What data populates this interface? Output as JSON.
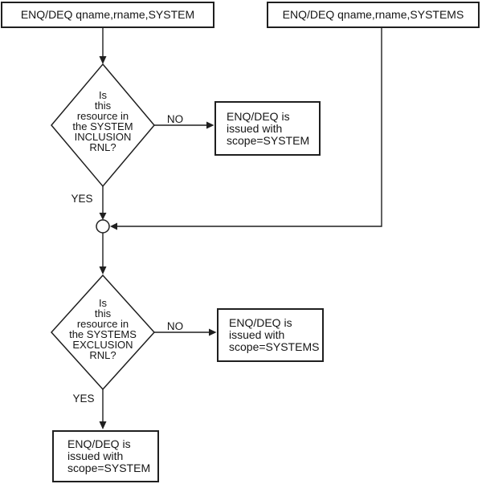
{
  "diagram": {
    "nodes": {
      "start_system": {
        "label": "ENQ/DEQ qname,rname,SYSTEM"
      },
      "start_systems": {
        "label": "ENQ/DEQ qname,rname,SYSTEMS"
      },
      "decision_inclusion": {
        "lines": [
          "Is",
          "this",
          "resource in",
          "the SYSTEM",
          "INCLUSION",
          "RNL?"
        ]
      },
      "decision_exclusion": {
        "lines": [
          "Is",
          "this",
          "resource in",
          "the SYSTEMS",
          "EXCLUSION",
          "RNL?"
        ]
      },
      "result_scope_system_no": {
        "lines": [
          "ENQ/DEQ is",
          "issued with",
          "scope=SYSTEM"
        ]
      },
      "result_scope_systems_no": {
        "lines": [
          "ENQ/DEQ is",
          "issued with",
          "scope=SYSTEMS"
        ]
      },
      "result_scope_system_yes": {
        "lines": [
          "ENQ/DEQ is",
          "issued with",
          "scope=SYSTEM"
        ]
      }
    },
    "edges": {
      "inclusion_no": "NO",
      "inclusion_yes": "YES",
      "exclusion_no": "NO",
      "exclusion_yes": "YES"
    },
    "colors": {
      "line": "#1f1f1f",
      "text": "#161616",
      "background": "#ffffff"
    }
  }
}
